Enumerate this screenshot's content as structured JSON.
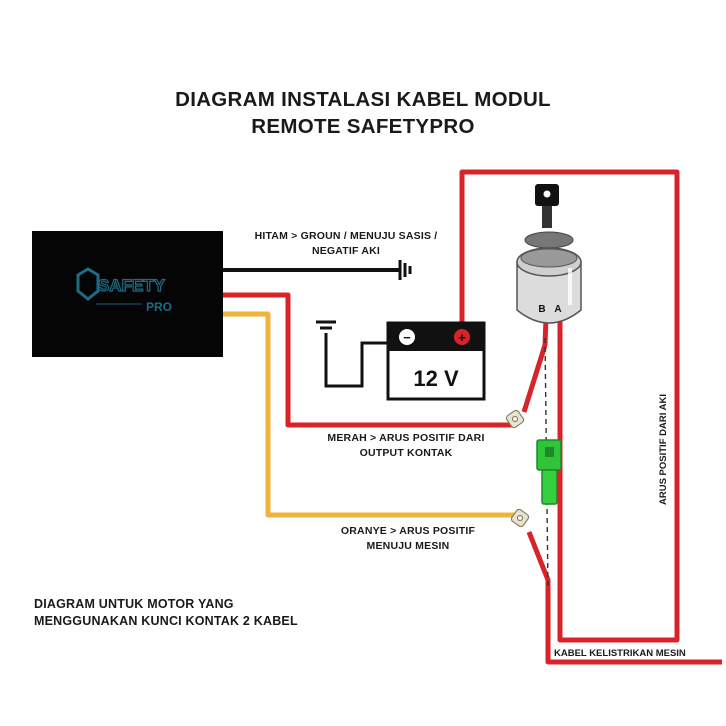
{
  "title": {
    "line1": "DIAGRAM INSTALASI KABEL MODUL",
    "line2": "REMOTE SAFETYPRO"
  },
  "module": {
    "logo_text": "SAFETY",
    "logo_suffix": "PRO"
  },
  "battery": {
    "voltage": "12 V",
    "negative_symbol": "−",
    "positive_symbol": "+"
  },
  "key_switch": {
    "terminal_b": "B",
    "terminal_a": "A"
  },
  "labels": {
    "black_wire_line1": "HITAM > GROUN / MENUJU SASIS /",
    "black_wire_line2": "NEGATIF AKI",
    "red_wire_line1": "MERAH >  ARUS POSITIF DARI",
    "red_wire_line2": "OUTPUT KONTAK",
    "orange_wire_line1": "ORANYE > ARUS POSITIF",
    "orange_wire_line2": "MENUJU MESIN",
    "battery_positive_vertical": "ARUS POSITIF DARI AKI",
    "engine_cable": "KABEL KELISTRIKAN MESIN"
  },
  "footnote": {
    "line1": "DIAGRAM UNTUK MOTOR YANG",
    "line2": "MENGGUNAKAN KUNCI KONTAK 2 KABEL"
  },
  "colors": {
    "red_wire": "#d8232a",
    "orange_wire": "#f0b43c",
    "black_wire": "#111111",
    "connector": "#2fc43a",
    "module": "#050505"
  }
}
